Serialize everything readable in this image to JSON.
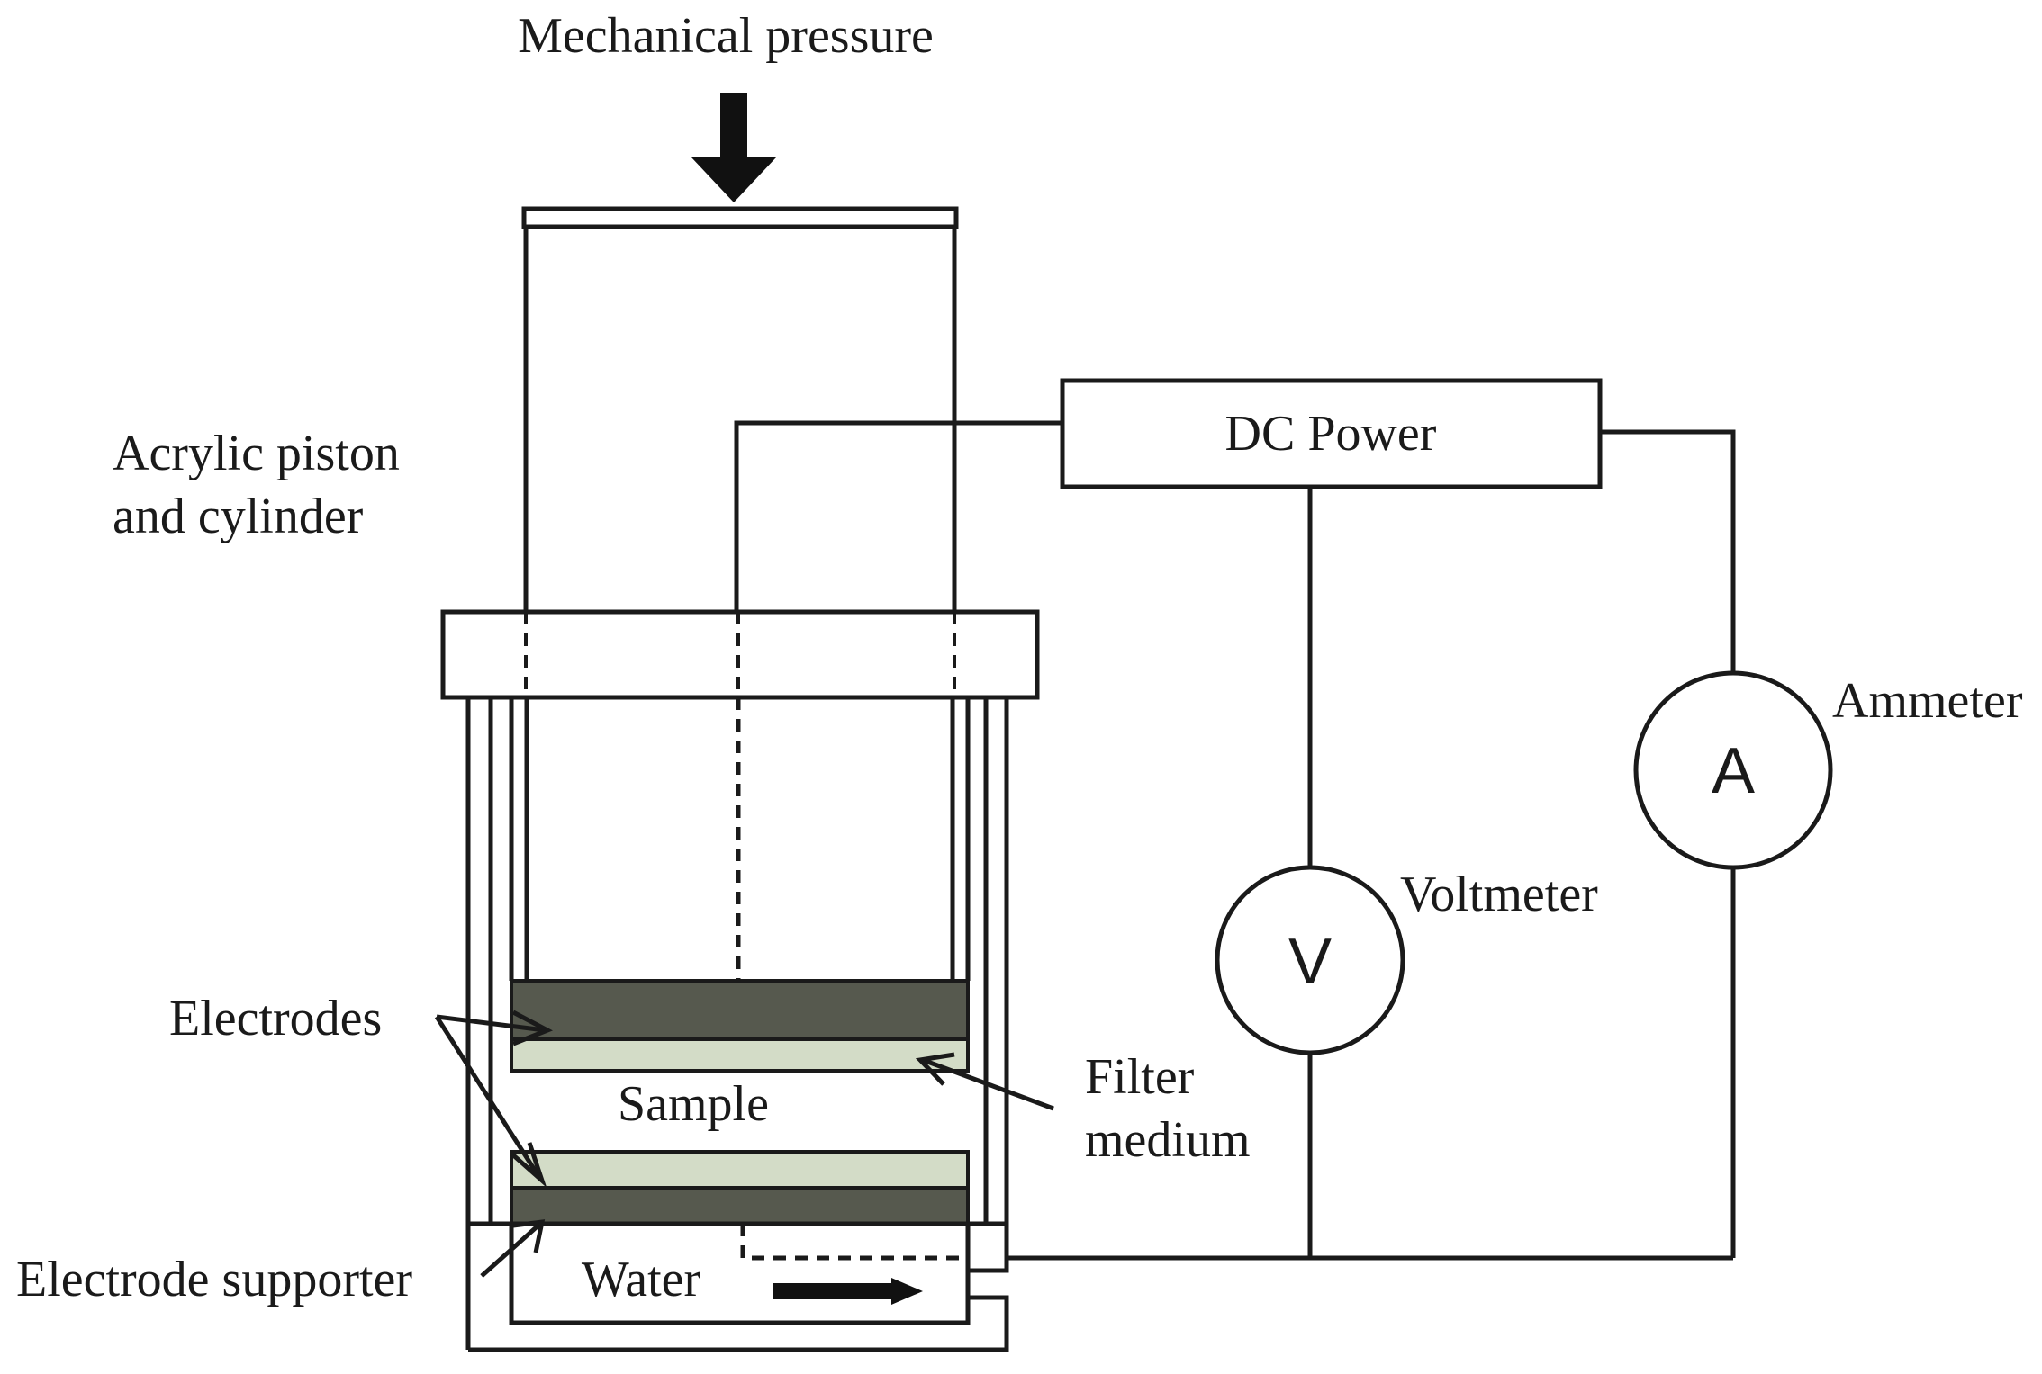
{
  "labels": {
    "mechanical_pressure": "Mechanical pressure",
    "acrylic_line1": "Acrylic piston",
    "acrylic_line2": "and cylinder",
    "dc_power": "DC Power",
    "ammeter": "Ammeter",
    "voltmeter": "Voltmeter",
    "electrodes": "Electrodes",
    "sample": "Sample",
    "filter_line1": "Filter",
    "filter_line2": "medium",
    "electrode_supporter": "Electrode supporter",
    "water": "Water"
  },
  "meters": {
    "ammeter_symbol": "A",
    "voltmeter_symbol": "V"
  },
  "colors": {
    "line": "#1a1a1a",
    "electrode": "#56594e",
    "filter": "#d3dcc7",
    "background": "#ffffff"
  }
}
